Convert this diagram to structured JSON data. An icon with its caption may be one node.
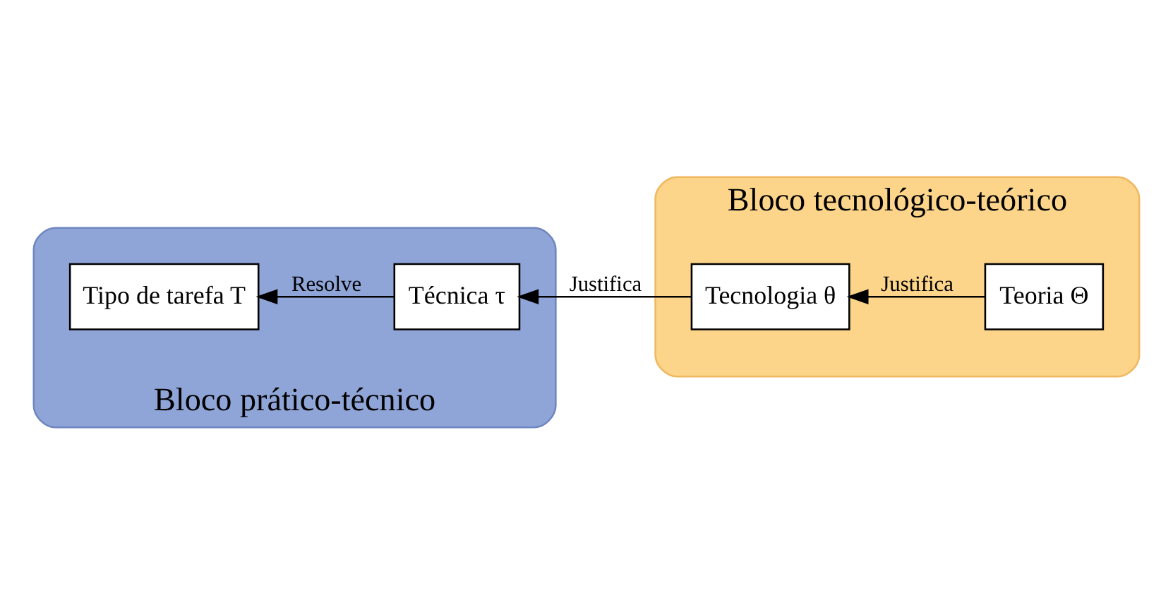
{
  "diagram": {
    "nodes": [
      {
        "text": [
          "Bloco prático-técnico"
        ]
      },
      {
        "text": [
          "Tipo de tarefa T"
        ],
        "in": 0
      },
      {
        "text": [
          "Técnica τ"
        ],
        "in": 0
      },
      {
        "text": [
          "Bloco tecnológico-teórico"
        ]
      },
      {
        "text": [
          "Tecnologia θ"
        ],
        "in": 3
      },
      {
        "text": [
          "Teoria Θ"
        ],
        "in": 3
      }
    ],
    "edges": [
      {
        "from": 2,
        "to": 1,
        "arrow": "to",
        "label": "Resolve"
      },
      {
        "from": 4,
        "to": 2,
        "arrow": "to",
        "label": "Justifica"
      },
      {
        "from": 5,
        "to": 4,
        "arrow": "to",
        "label": "Justifica"
      }
    ]
  }
}
